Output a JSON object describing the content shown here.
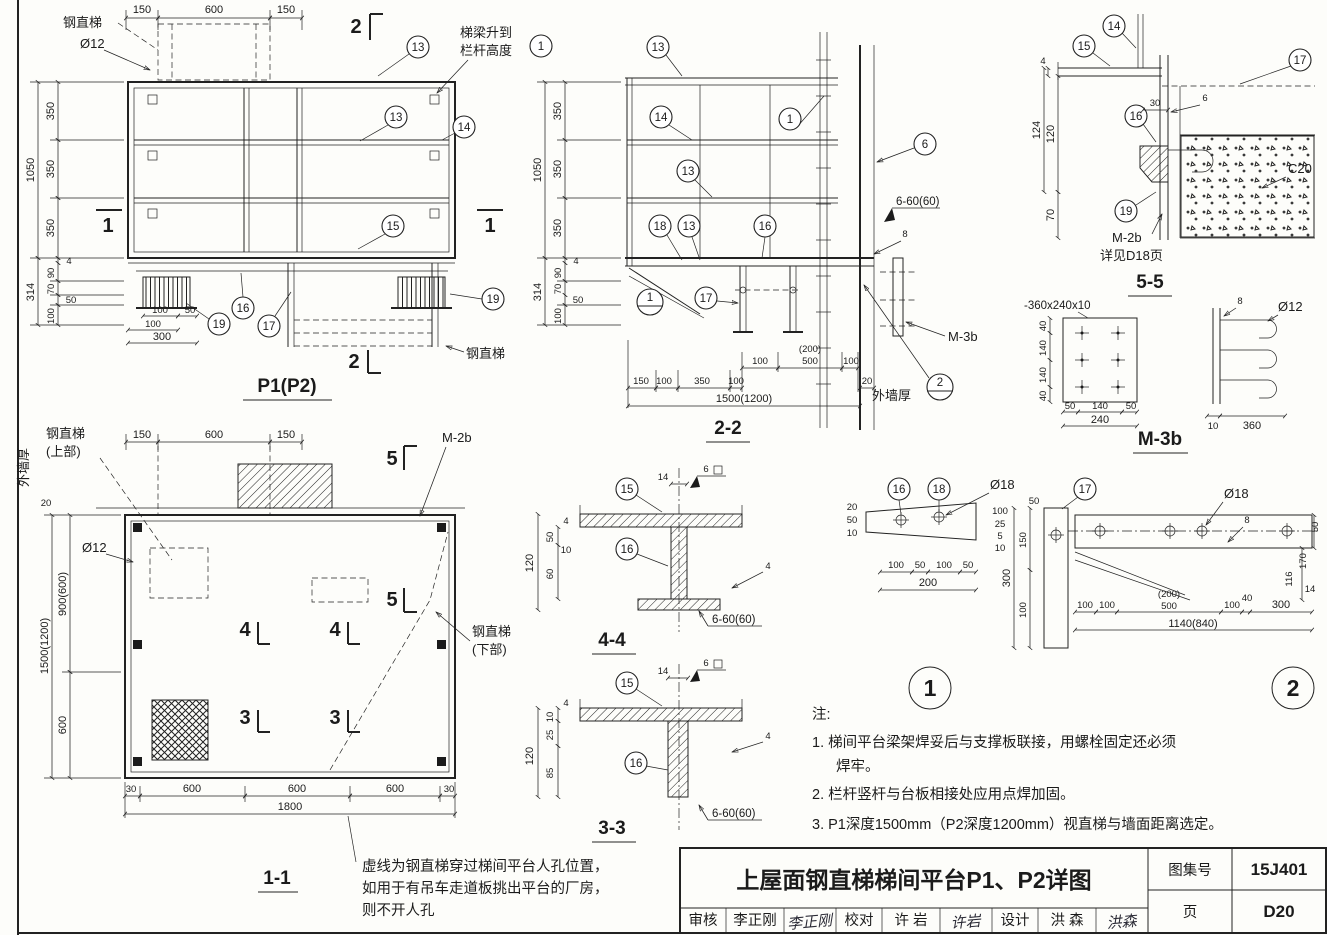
{
  "callouts": {
    "1": "1",
    "2": "2",
    "6": "6",
    "13": "13",
    "14": "14",
    "15": "15",
    "16": "16",
    "17": "17",
    "18": "18",
    "19": "19"
  },
  "weld": {
    "w6": "6",
    "w660": "6-60(60)",
    "w4": "4",
    "w8": "8",
    "w14": "14"
  },
  "pA": {
    "title": "P1(P2)",
    "ladder": "钢直梯",
    "phi12": "Ø12",
    "note1": "梯梁升到",
    "note2": "栏杆高度",
    "ladder2": "钢直梯",
    "s1": "1",
    "s2": "2",
    "dtop": [
      "150",
      "600",
      "150"
    ],
    "dleft": [
      "1050",
      "350",
      "350",
      "350",
      "4",
      "90",
      "70",
      "50",
      "100",
      "314"
    ],
    "dbot": [
      "100",
      "50",
      "100",
      "300"
    ]
  },
  "pB": {
    "title": "2-2",
    "wall": "外墙厚",
    "m3b": "M-3b",
    "dleft": [
      "1050",
      "350",
      "350",
      "350",
      "4",
      "90",
      "70",
      "50",
      "100",
      "314"
    ],
    "drow1": [
      "100",
      "(200)",
      "500",
      "100"
    ],
    "drow2": [
      "150",
      "100",
      "350",
      "100"
    ],
    "d20": "20",
    "dtotal": "1500(1200)"
  },
  "pC": {
    "title": "5-5",
    "c20": "C20",
    "m2b": "M-2b",
    "see": "详见D18页",
    "d4": "4",
    "d124": "124",
    "d120": "120",
    "d30": "30",
    "d6": "6",
    "d70": "70"
  },
  "pD": {
    "title": "M-3b",
    "plate": "-360x240x10",
    "phi12": "Ø12",
    "dleft": [
      "40",
      "140",
      "140",
      "40"
    ],
    "dbot": [
      "50",
      "140",
      "50"
    ],
    "dtotal": "240",
    "d10": "10",
    "d360": "360"
  },
  "pE": {
    "title": "1-1",
    "upper1": "钢直梯",
    "upper2": "(上部)",
    "lower1": "钢直梯",
    "lower2": "(下部)",
    "m2b": "M-2b",
    "wall": "外墙厚",
    "phi12": "Ø12",
    "d20": "20",
    "s3": "3",
    "s4": "4",
    "s5": "5",
    "dtop": [
      "150",
      "600",
      "150"
    ],
    "dleft": [
      "900(600)",
      "600",
      "1500(1200)"
    ],
    "dbot": [
      "30",
      "600",
      "600",
      "600",
      "30"
    ],
    "dtotal": "1800",
    "note1": "虚线为钢直梯穿过梯间平台人孔位置，",
    "note2": "如用于有吊车走道板挑出平台的厂房，",
    "note3": "则不开人孔"
  },
  "pF": {
    "title": "4-4",
    "dleft": [
      "4",
      "50",
      "10",
      "120",
      "60"
    ]
  },
  "pG": {
    "title": "3-3",
    "dleft": [
      "4",
      "10",
      "25",
      "120",
      "85"
    ]
  },
  "pH": {
    "num": "1",
    "phi18": "Ø18",
    "dstack1": [
      "20",
      "50",
      "10"
    ],
    "dstack2": [
      "100",
      "25",
      "5",
      "10"
    ],
    "dbot": [
      "100",
      "50",
      "100",
      "50"
    ],
    "dbtotal": "200",
    "d50": "50",
    "d300": "300",
    "d150": "150",
    "d100": "100"
  },
  "pI": {
    "num": "2",
    "phi18": "Ø18",
    "d50": "50",
    "d170": "170",
    "d116": "116",
    "d14": "14",
    "dbot": [
      "100",
      "100",
      "(200)",
      "500",
      "100",
      "40",
      "300"
    ],
    "dtotal": "1140(840)"
  },
  "notes": {
    "hdr": "注:",
    "l1": "1. 梯间平台梁架焊妥后与支撑板联接，用螺栓固定还必须",
    "l2": "焊牢。",
    "l3": "2. 栏杆竖杆与台板相接处应用点焊加固。",
    "l4": "3. P1深度1500mm（P2深度1200mm）视直梯与墙面距离选定。"
  },
  "tb": {
    "title": "上屋面钢直梯梯间平台P1、P2详图",
    "atlas_label": "图集号",
    "atlas_no": "15J401",
    "page_label": "页",
    "page_no": "D20",
    "r1": "审核",
    "n1": "李正刚",
    "s1": "李正刚",
    "r2": "校对",
    "n2": "许 岩",
    "s2": "许岩",
    "r3": "设计",
    "n3": "洪 森",
    "s3": "洪森"
  }
}
